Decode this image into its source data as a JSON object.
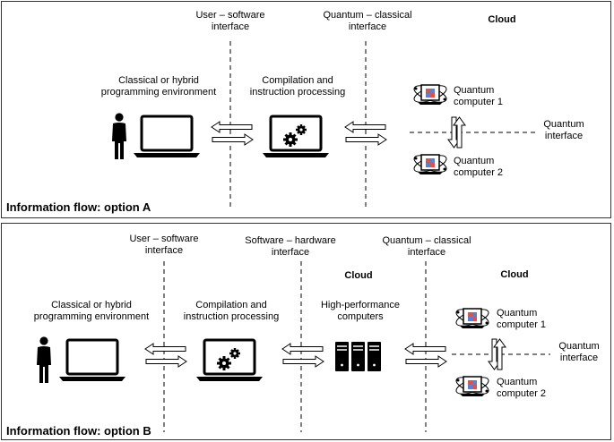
{
  "panel_a": {
    "labels": {
      "user_software": "User – software\ninterface",
      "quantum_classical": "Quantum – classical\ninterface",
      "cloud": "Cloud",
      "classical_env": "Classical or hybrid\nprogramming environment",
      "compilation": "Compilation and\ninstruction processing",
      "qc1": "Quantum\ncomputer 1",
      "qc2": "Quantum\ncomputer 2",
      "quantum_interface": "Quantum\ninterface"
    },
    "footer": "Information flow: option A"
  },
  "panel_b": {
    "labels": {
      "user_software": "User – software\ninterface",
      "software_hardware": "Software – hardware\ninterface",
      "quantum_classical": "Quantum – classical\ninterface",
      "cloud_hpc": "Cloud",
      "cloud_qc": "Cloud",
      "classical_env": "Classical or hybrid\nprogramming environment",
      "compilation": "Compilation and\ninstruction processing",
      "hpc": "High-performance\ncomputers",
      "qc1": "Quantum\ncomputer 1",
      "qc2": "Quantum\ncomputer 2",
      "quantum_interface": "Quantum\ninterface"
    },
    "footer": "Information flow: option B"
  },
  "icons": [
    "person-icon",
    "laptop-icon",
    "gears-laptop-icon",
    "server-rack-icon",
    "quantum-computer-icon",
    "double-arrow-icon"
  ]
}
